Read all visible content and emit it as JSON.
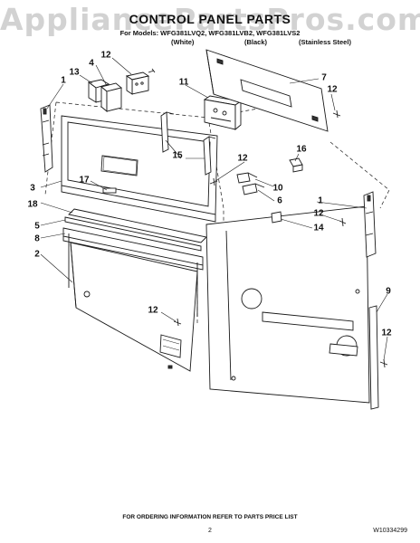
{
  "watermark": "AppliancePartsPros.com",
  "title": "CONTROL PANEL PARTS",
  "models": "For Models: WFG381LVQ2, WFG381LVB2, WFG381LVS2",
  "variants": [
    "(White)",
    "(Black)",
    "(Stainless Steel)"
  ],
  "callouts": {
    "c1_left": "1",
    "c13": "13",
    "c4": "4",
    "c12_top": "12",
    "c11": "11",
    "c7": "7",
    "c12_tr": "12",
    "c16": "16",
    "c15": "15",
    "c12_mid": "12",
    "c10": "10",
    "c6": "6",
    "c3": "3",
    "c17": "17",
    "c18": "18",
    "c5": "5",
    "c8": "8",
    "c2": "2",
    "c1_right": "1",
    "c12_right": "12",
    "c14": "14",
    "c9": "9",
    "c12_br": "12",
    "c12_bottom": "12"
  },
  "footer": "FOR ORDERING INFORMATION REFER TO PARTS PRICE LIST",
  "page_number": "2",
  "doc_number": "W10334299"
}
